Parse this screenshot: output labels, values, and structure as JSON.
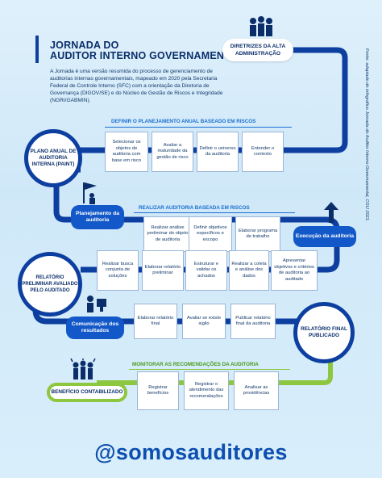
{
  "title_line1": "JORNADA DO",
  "title_line2": "AUDITOR INTERNO GOVERNAMENTAL",
  "intro": "A Jornada é uma versão resumida do processo de gerenciamento de auditorias internas governamentais, mapeado em 2020 pela Secretaria Federal de Controle Interno (SFC) com a orientação da Diretoria de Governança (DIGOV/SE) e do Núcleo de Gestão de Riscos e Integridade (NGRI/GABMIN).",
  "start": "DIRETRIZES DA ALTA ADMINISTRAÇÃO",
  "source": "Fonte: adaptado do infográfico Jornada do Auditor Interno Governamental, CGU 2021.",
  "sections": {
    "planning": "DEFINIR O PLANEJAMENTO ANUAL BASEADO EM RISCOS",
    "audit": "REALIZAR AUDITORIA BASEADA EM RISCOS",
    "monitor": "MONITORAR AS RECOMENDAÇÕES DA AUDITORIA"
  },
  "nodes": {
    "paint": "PLANO ANUAL DE AUDITORIA INTERNA (PAINT)",
    "planejamento": "Planejamento da auditoria",
    "execucao": "Execução da auditoria",
    "relatorio_preliminar": "RELATÓRIO PRELIMINAR AVALIADO PELO AUDITADO",
    "comunicacao": "Comunicação dos resultados",
    "relatorio_final": "RELATÓRIO FINAL PUBLICADO",
    "beneficio": "BENEFÍCIO CONTABILIZADO"
  },
  "row1": [
    "Entender o contexto",
    "Definir o universo da auditoria",
    "Avaliar a maturidade da gestão de risco",
    "Selecionar os objetos de auditoria com base em risco"
  ],
  "row2": [
    "Realizar análise preliminar do objeto de auditoria",
    "Definir objetivos específicos e escopo",
    "Elaborar programa de trabalho"
  ],
  "row3": [
    "Apresentar objetivos e critérios de auditoria ao auditado",
    "Realizar a coleta e análise dos dados",
    "Estruturar e validar os achados",
    "Elaborar relatório preliminar",
    "Realizar busca conjunta de soluções"
  ],
  "row4": [
    "Elaborar relatório final",
    "Avaliar se existe sigilo",
    "Publicar relatório final da auditoria"
  ],
  "row5": [
    "Registrar benefícios",
    "Registrar o atendimento das recomendações",
    "Analisar as providências"
  ],
  "handle": "@somosauditores",
  "colors": {
    "flow": "#0d3fa0",
    "monitor": "#8dc63f",
    "accent": "#1b6fd0"
  },
  "icons": [
    "meeting-people-icon",
    "climber-flag-icon",
    "arrow-up-icon",
    "magnifier-person-icon",
    "computer-person-icon",
    "celebrating-people-icon"
  ]
}
